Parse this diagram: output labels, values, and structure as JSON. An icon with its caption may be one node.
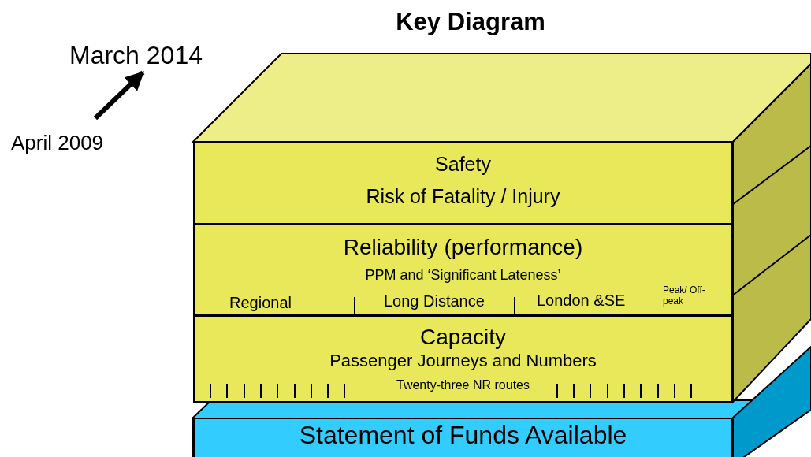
{
  "diagram": {
    "title": "Key Diagram",
    "nodes": [
      {
        "text": [
          "April 2009"
        ]
      },
      {
        "text": [
          "March 2014"
        ]
      },
      {
        "text": [
          "Safety",
          "Risk of Fatality / Injury"
        ]
      },
      {
        "text": [
          "Reliability (performance)",
          "PPM and ‘Significant Lateness’",
          "Regional",
          "Long Distance",
          "London &SE",
          "Peak/ Off-peak"
        ]
      },
      {
        "text": [
          "Capacity",
          "Passenger Journeys and Numbers",
          "Twenty-three NR routes"
        ]
      },
      {
        "text": [
          "Statement of Funds Available"
        ]
      }
    ],
    "edges": [
      {
        "from": 0,
        "to": 1,
        "arrow": "to"
      }
    ]
  }
}
